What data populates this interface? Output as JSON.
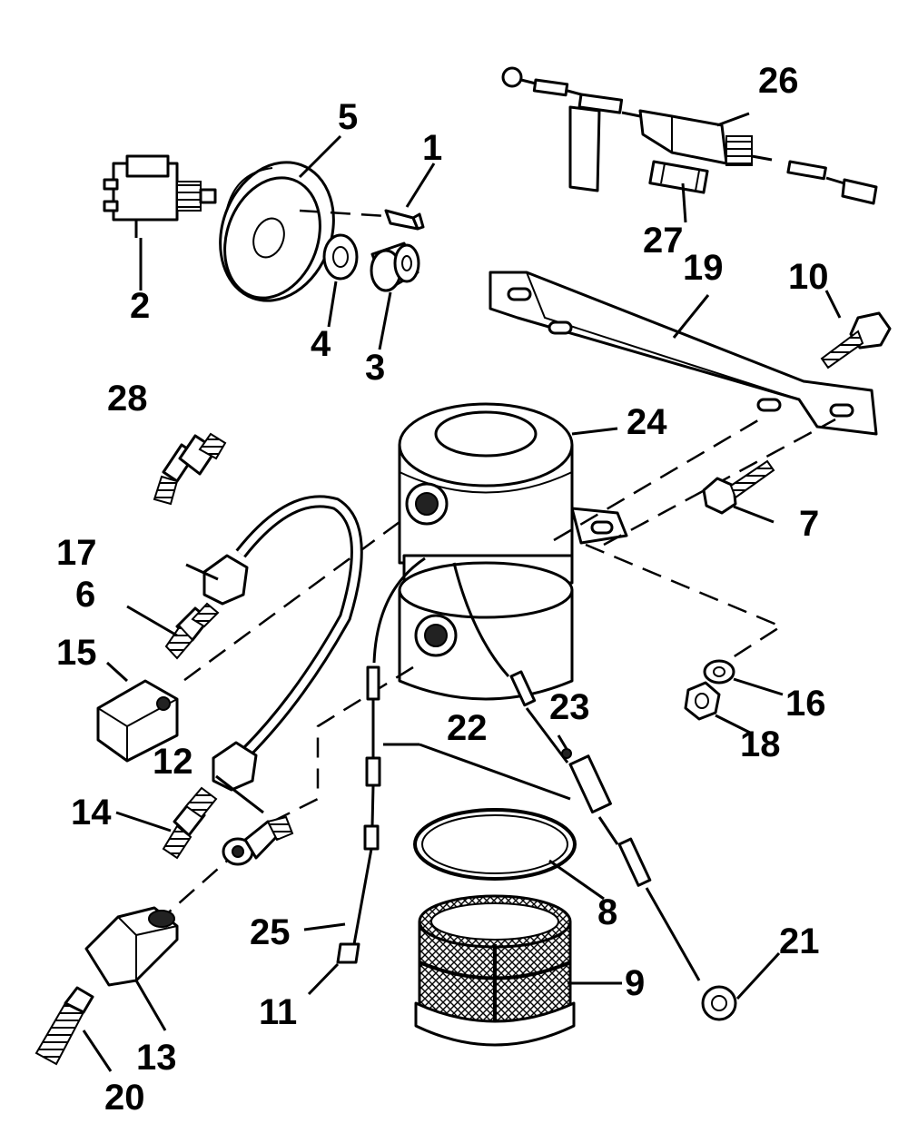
{
  "labels": {
    "l1": "1",
    "l2": "2",
    "l3": "3",
    "l4": "4",
    "l5": "5",
    "l6": "6",
    "l7": "7",
    "l8": "8",
    "l9": "9",
    "l10": "10",
    "l11": "11",
    "l12": "12",
    "l13": "13",
    "l14": "14",
    "l15": "15",
    "l16": "16",
    "l17": "17",
    "l18": "18",
    "l19": "19",
    "l20": "20",
    "l21": "21",
    "l22": "22",
    "l23": "23",
    "l24": "24",
    "l25": "25",
    "l26": "26",
    "l27": "27",
    "l28": "28"
  },
  "colors": {
    "line": "#000000",
    "background": "#ffffff",
    "mesh": "#bfbfbf"
  }
}
